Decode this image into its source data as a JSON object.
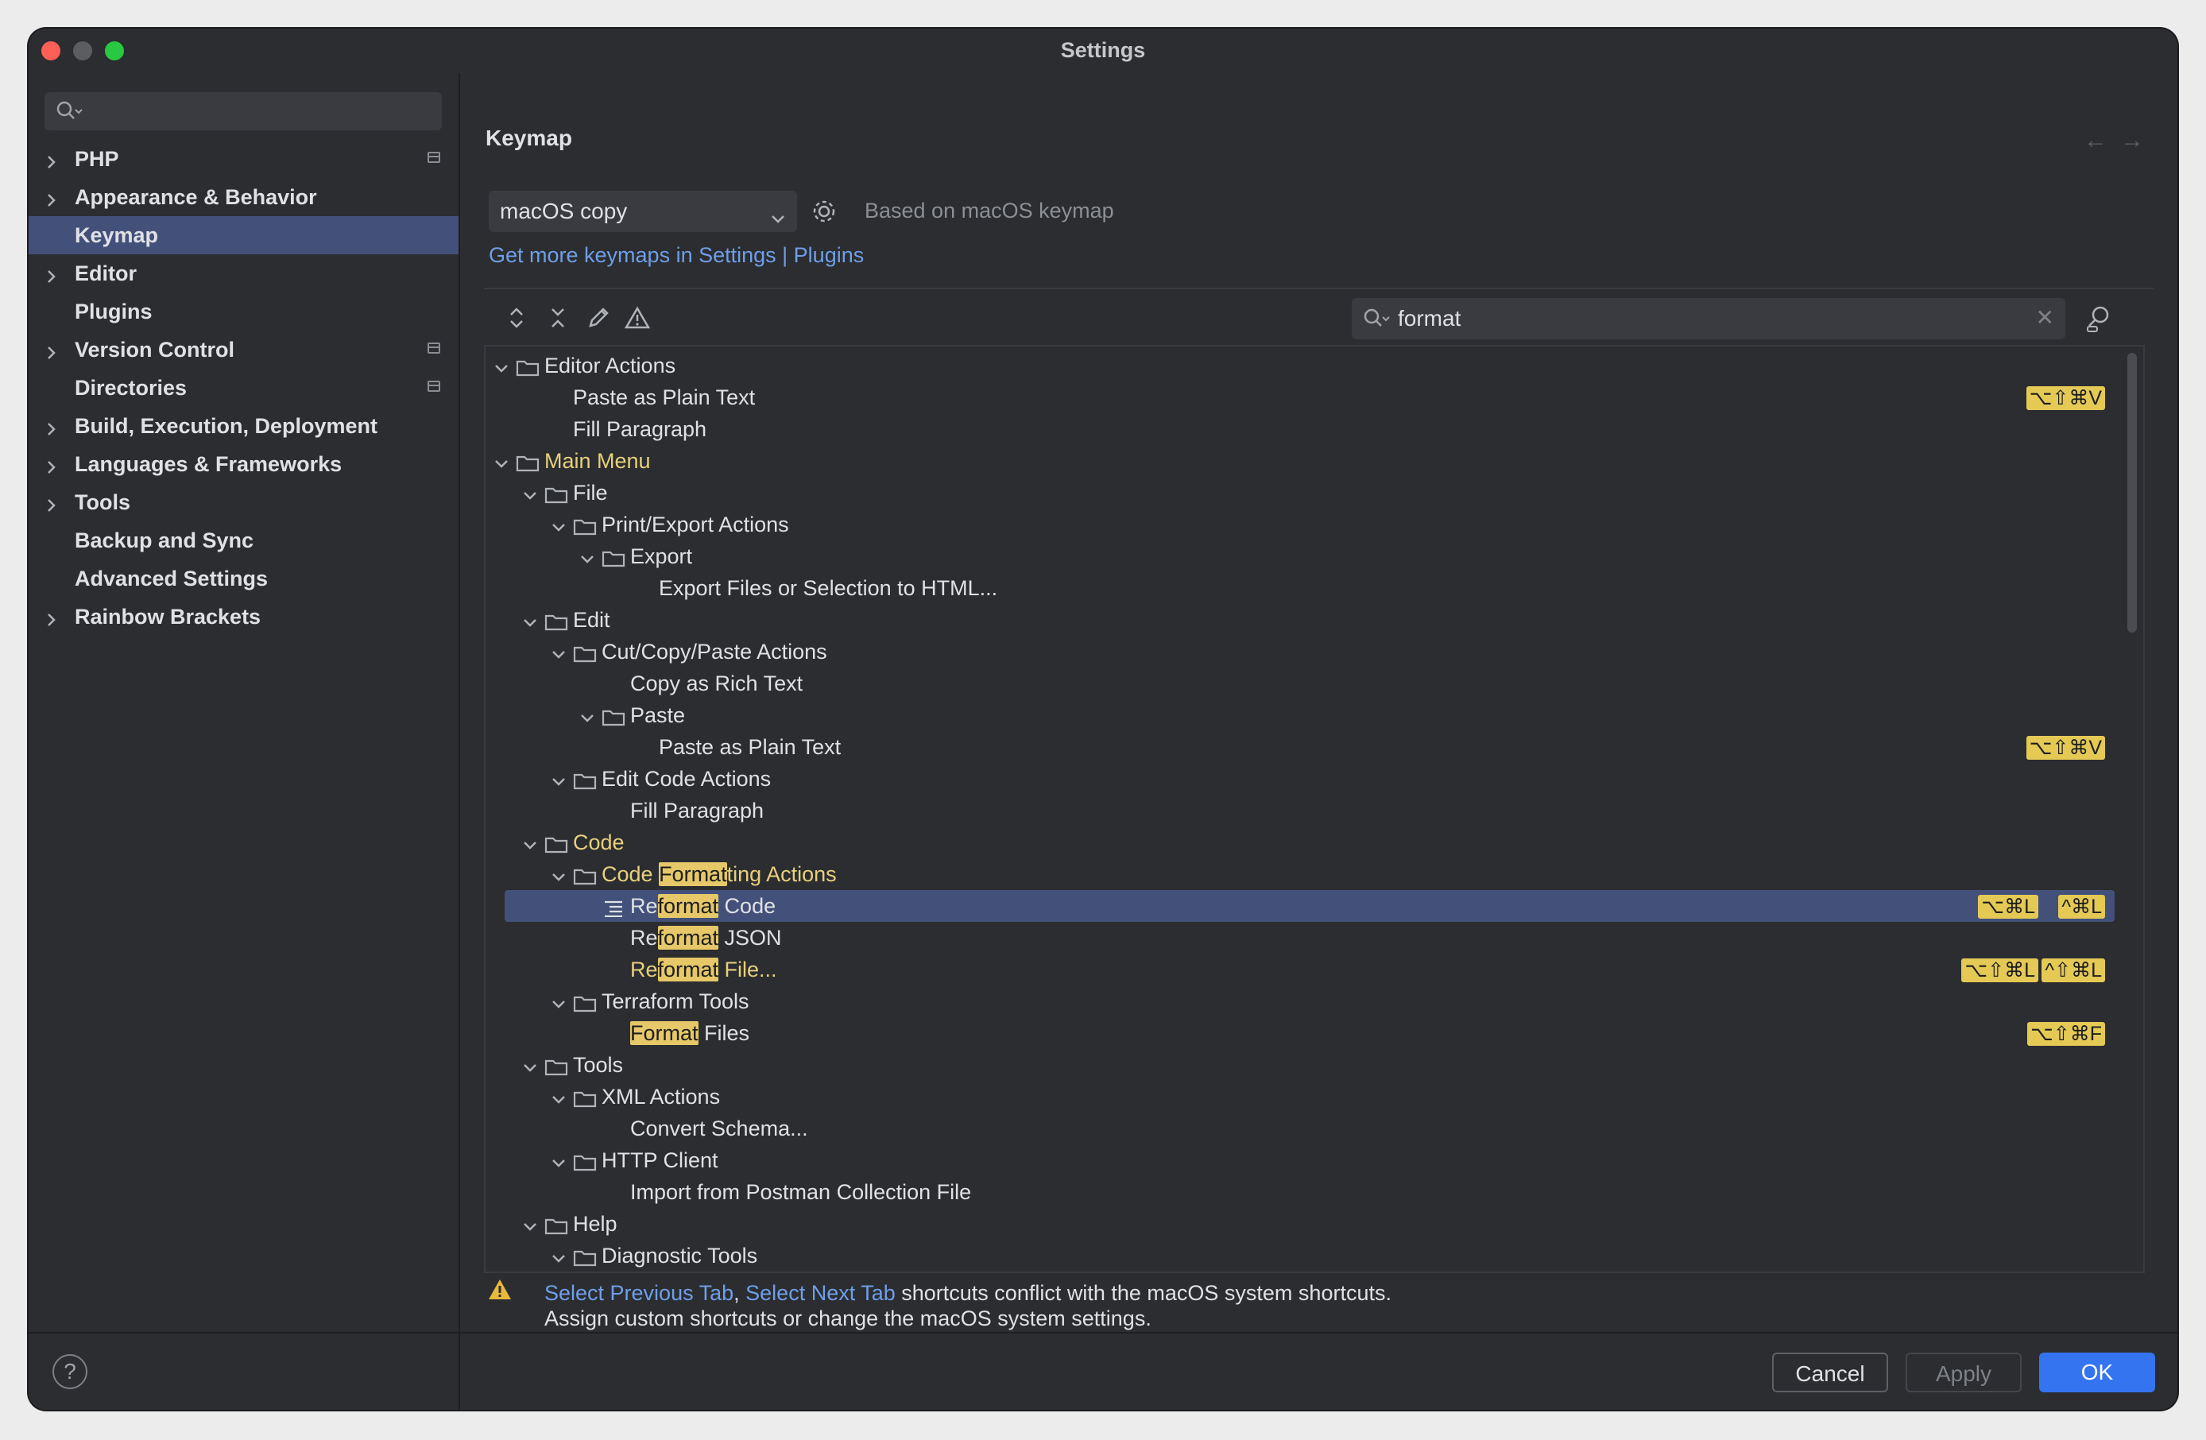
{
  "window": {
    "title": "Settings"
  },
  "sidebar": {
    "search_placeholder": "",
    "items": [
      {
        "label": "PHP",
        "expandable": true,
        "project_icon": true,
        "selected": false
      },
      {
        "label": "Appearance & Behavior",
        "expandable": true,
        "project_icon": false,
        "selected": false
      },
      {
        "label": "Keymap",
        "expandable": false,
        "project_icon": false,
        "selected": true
      },
      {
        "label": "Editor",
        "expandable": true,
        "project_icon": false,
        "selected": false
      },
      {
        "label": "Plugins",
        "expandable": false,
        "project_icon": false,
        "selected": false
      },
      {
        "label": "Version Control",
        "expandable": true,
        "project_icon": true,
        "selected": false
      },
      {
        "label": "Directories",
        "expandable": false,
        "project_icon": true,
        "selected": false
      },
      {
        "label": "Build, Execution, Deployment",
        "expandable": true,
        "project_icon": false,
        "selected": false
      },
      {
        "label": "Languages & Frameworks",
        "expandable": true,
        "project_icon": false,
        "selected": false
      },
      {
        "label": "Tools",
        "expandable": true,
        "project_icon": false,
        "selected": false
      },
      {
        "label": "Backup and Sync",
        "expandable": false,
        "project_icon": false,
        "selected": false
      },
      {
        "label": "Advanced Settings",
        "expandable": false,
        "project_icon": false,
        "selected": false
      },
      {
        "label": "Rainbow Brackets",
        "expandable": true,
        "project_icon": false,
        "selected": false
      }
    ]
  },
  "main": {
    "title": "Keymap",
    "nav_back": "←",
    "nav_forward": "→",
    "keymap_select": "macOS copy",
    "based_on": "Based on macOS keymap",
    "more_link": "Get more keymaps in Settings | Plugins",
    "filter": {
      "value": "format"
    },
    "tree": [
      {
        "label": "Editor Actions",
        "level": 0,
        "folder": true,
        "expanded": true,
        "yellow": false
      },
      {
        "label": "Paste as Plain Text",
        "level": 1,
        "folder": false,
        "shortcuts": [
          "⌥⇧⌘V"
        ]
      },
      {
        "label": "Fill Paragraph",
        "level": 1,
        "folder": false
      },
      {
        "label": "Main Menu",
        "level": 0,
        "folder": true,
        "expanded": true,
        "yellow": true
      },
      {
        "label": "File",
        "level": 1,
        "folder": true,
        "expanded": true
      },
      {
        "label": "Print/Export Actions",
        "level": 2,
        "folder": true,
        "expanded": true
      },
      {
        "label": "Export",
        "level": 3,
        "folder": true,
        "expanded": true
      },
      {
        "label": "Export Files or Selection to HTML...",
        "level": 4,
        "folder": false
      },
      {
        "label": "Edit",
        "level": 1,
        "folder": true,
        "expanded": true
      },
      {
        "label": "Cut/Copy/Paste Actions",
        "level": 2,
        "folder": true,
        "expanded": true
      },
      {
        "label": "Copy as Rich Text",
        "level": 3,
        "folder": false
      },
      {
        "label": "Paste",
        "level": 3,
        "folder": true,
        "expanded": true
      },
      {
        "label": "Paste as Plain Text",
        "level": 4,
        "folder": false,
        "shortcuts": [
          "⌥⇧⌘V"
        ]
      },
      {
        "label": "Edit Code Actions",
        "level": 2,
        "folder": true,
        "expanded": true
      },
      {
        "label": "Fill Paragraph",
        "level": 3,
        "folder": false
      },
      {
        "label": "Code",
        "level": 1,
        "folder": true,
        "expanded": true,
        "yellow": true
      },
      {
        "label": "Code Formatting Actions",
        "level": 2,
        "folder": true,
        "expanded": true,
        "yellow": true,
        "hl": "Format"
      },
      {
        "label": "Reformat Code",
        "level": 3,
        "folder": false,
        "selected": true,
        "action_icon": true,
        "hl": "format",
        "shortcuts": [
          "⌥⌘L",
          "^⌘L"
        ]
      },
      {
        "label": "Reformat JSON",
        "level": 3,
        "folder": false,
        "hl": "format"
      },
      {
        "label": "Reformat File...",
        "level": 3,
        "folder": false,
        "yellow": true,
        "hl": "format",
        "shortcuts": [
          "⌥⇧⌘L",
          "^⇧⌘L"
        ]
      },
      {
        "label": "Terraform Tools",
        "level": 2,
        "folder": true,
        "expanded": true
      },
      {
        "label": "Format Files",
        "level": 3,
        "folder": false,
        "hl": "Format",
        "shortcuts": [
          "⌥⇧⌘F"
        ]
      },
      {
        "label": "Tools",
        "level": 1,
        "folder": true,
        "expanded": true
      },
      {
        "label": "XML Actions",
        "level": 2,
        "folder": true,
        "expanded": true
      },
      {
        "label": "Convert Schema...",
        "level": 3,
        "folder": false
      },
      {
        "label": "HTTP Client",
        "level": 2,
        "folder": true,
        "expanded": true
      },
      {
        "label": "Import from Postman Collection File",
        "level": 3,
        "folder": false
      },
      {
        "label": "Help",
        "level": 1,
        "folder": true,
        "expanded": true
      },
      {
        "label": "Diagnostic Tools",
        "level": 2,
        "folder": true,
        "expanded": true
      }
    ],
    "warning": {
      "link1": "Select Previous Tab",
      "sep": ", ",
      "link2": "Select Next Tab",
      "text1": " shortcuts conflict with the macOS system shortcuts.",
      "line2": "Assign custom shortcuts or change the macOS system settings."
    }
  },
  "footer": {
    "help": "?",
    "cancel": "Cancel",
    "apply": "Apply",
    "ok": "OK"
  },
  "colors": {
    "background": "#2b2d30",
    "selection": "#43517a",
    "highlight": "#e6c868",
    "link": "#6f9fe8",
    "primary_button": "#3574f0"
  }
}
